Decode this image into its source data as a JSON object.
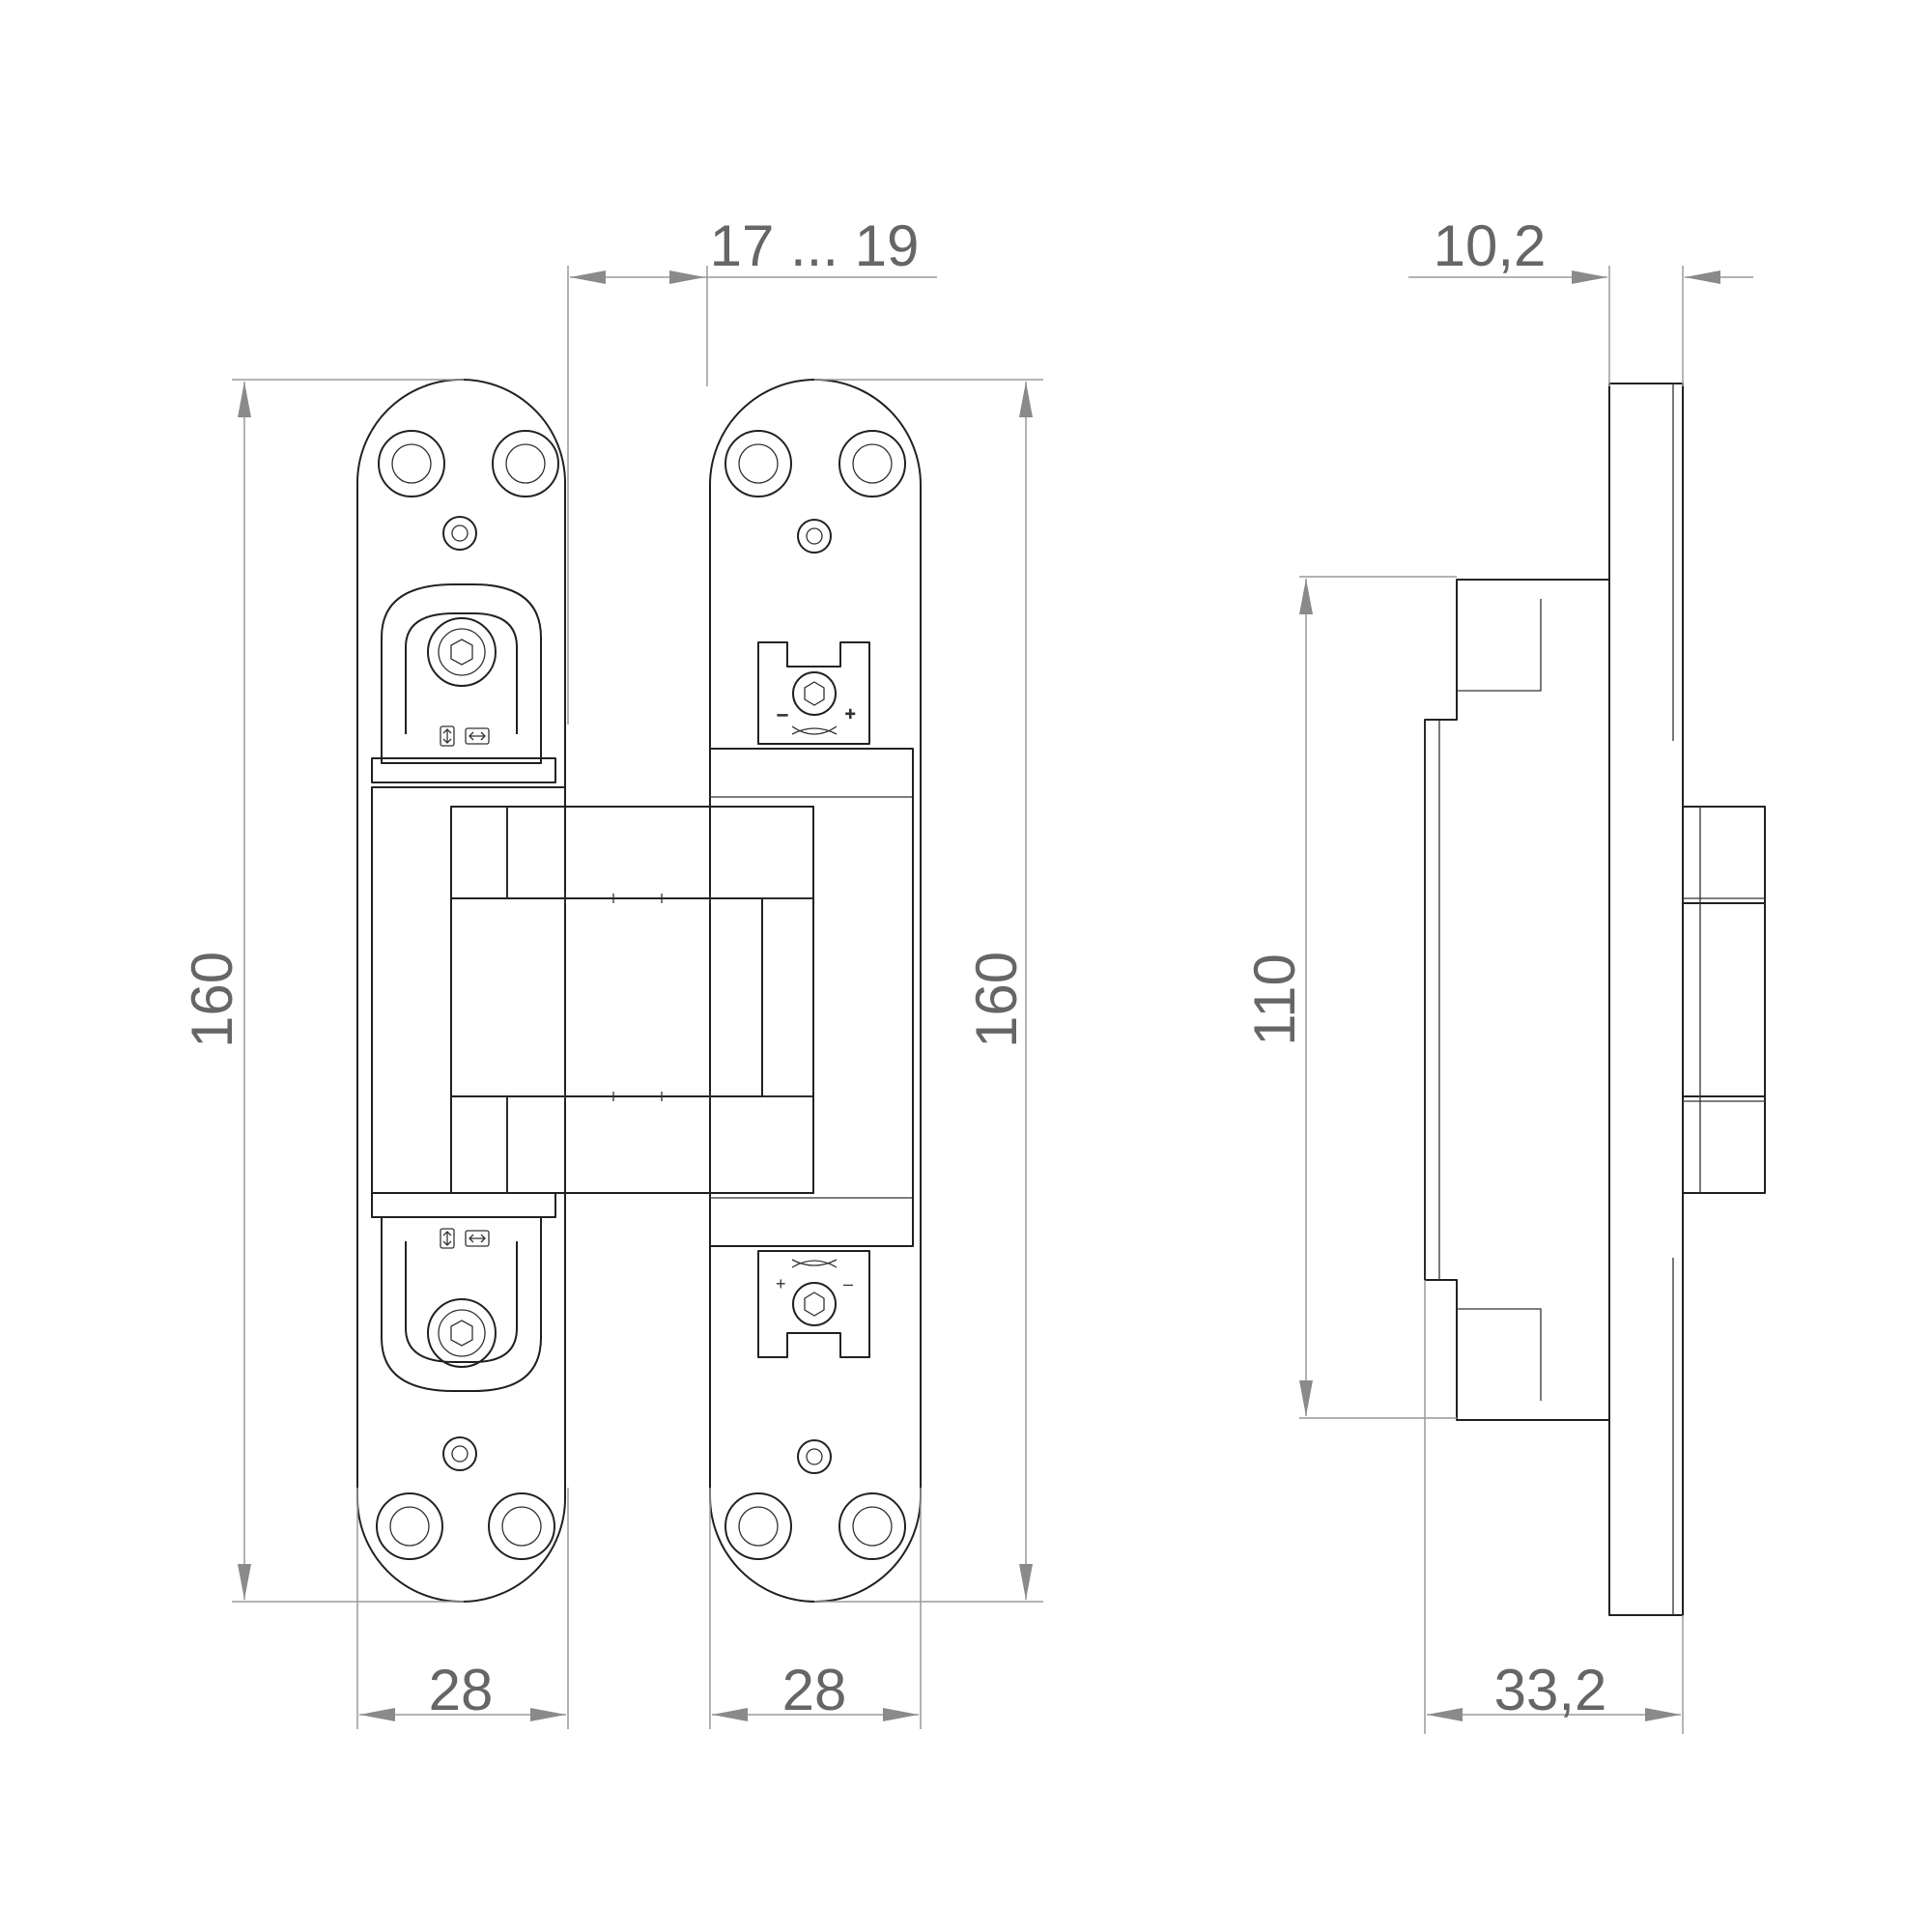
{
  "dimensions": {
    "height_left": "160",
    "height_right": "160",
    "height_body": "110",
    "width_left": "28",
    "width_right": "28",
    "gap_range": "17 ... 19",
    "depth_top": "10,2",
    "depth_bottom": "33,2"
  },
  "icons": {
    "adjust_vertical": "vertical-adjust-icon",
    "adjust_horizontal": "horizontal-adjust-icon",
    "rotate_adjust": "rotation-adjust-icon",
    "plus": "+",
    "minus": "–"
  },
  "colors": {
    "outline": "#222222",
    "dimension": "#9a9a9a",
    "label": "#666666",
    "background": "#ffffff"
  }
}
